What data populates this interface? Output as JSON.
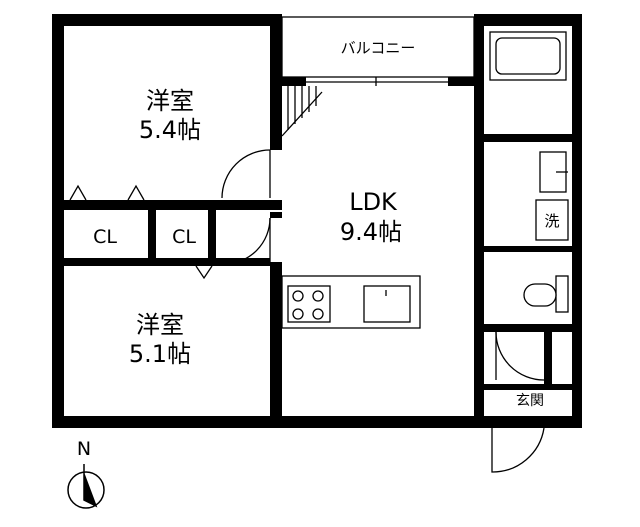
{
  "rooms": {
    "western_room_north": {
      "name": "洋室",
      "size": "5.4帖"
    },
    "western_room_south": {
      "name": "洋室",
      "size": "5.1帖"
    },
    "ldk": {
      "name": "LDK",
      "size": "9.4帖"
    },
    "closet_left": {
      "name": "CL"
    },
    "closet_right": {
      "name": "CL"
    },
    "balcony": {
      "name": "バルコニー"
    },
    "washer": {
      "name": "洗"
    },
    "entrance": {
      "name": "玄関"
    }
  },
  "compass": {
    "label": "N"
  }
}
